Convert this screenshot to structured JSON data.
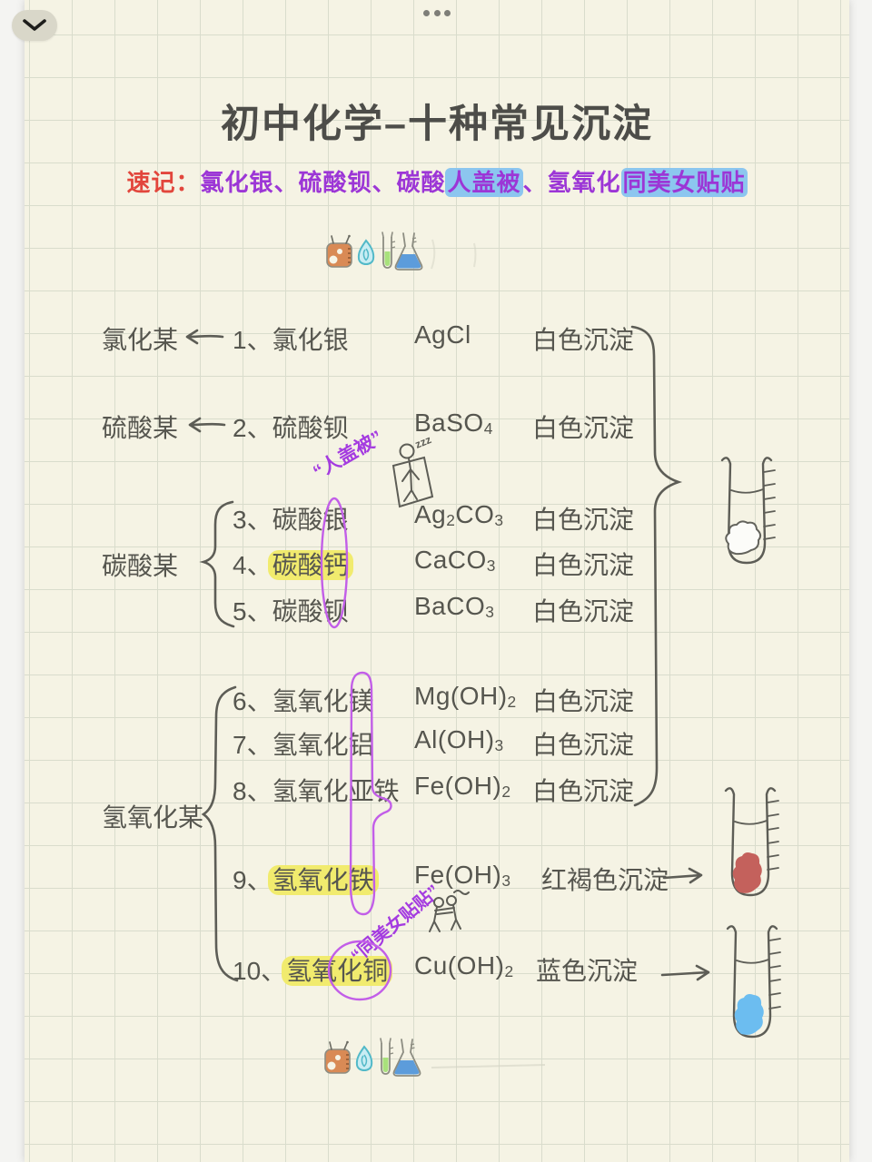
{
  "topbar": {
    "collapse_icon": "chevron-down",
    "more_icon": "ellipsis-dots"
  },
  "title": "初中化学–十种常见沉淀",
  "mnemonic": {
    "label": "速记：",
    "segments": [
      {
        "text": "氯化银、硫酸钡、碳酸",
        "highlight": false
      },
      {
        "text": "人盖被",
        "highlight": true
      },
      {
        "text": "、氢氧化",
        "highlight": false
      },
      {
        "text": "同美女贴贴",
        "highlight": true
      }
    ]
  },
  "lab_icons": [
    "reagent-bottle",
    "flame",
    "test-tube",
    "flask"
  ],
  "categories": [
    {
      "label": "氯化某"
    },
    {
      "label": "硫酸某"
    },
    {
      "label": "碳酸某"
    },
    {
      "label": "氢氧化某"
    }
  ],
  "rows": [
    {
      "num": "1、",
      "name": "氯化银",
      "formula": "AgCl",
      "result": "白色沉淀",
      "highlighted": false
    },
    {
      "num": "2、",
      "name": "硫酸钡",
      "formula": "BaSO_4",
      "result": "白色沉淀",
      "highlighted": false
    },
    {
      "num": "3、",
      "name": "碳酸银",
      "formula": "Ag_2CO_3",
      "result": "白色沉淀",
      "highlighted": false
    },
    {
      "num": "4、",
      "name": "碳酸钙",
      "formula": "CaCO_3",
      "result": "白色沉淀",
      "highlighted": true
    },
    {
      "num": "5、",
      "name": "碳酸钡",
      "formula": "BaCO_3",
      "result": "白色沉淀",
      "highlighted": false
    },
    {
      "num": "6、",
      "name": "氢氧化镁",
      "formula": "Mg(OH)_2",
      "result": "白色沉淀",
      "highlighted": false
    },
    {
      "num": "7、",
      "name": "氢氧化铝",
      "formula": "Al(OH)_3",
      "result": "白色沉淀",
      "highlighted": false
    },
    {
      "num": "8、",
      "name": "氢氧化亚铁",
      "formula": "Fe(OH)_2",
      "result": "白色沉淀",
      "highlighted": false
    },
    {
      "num": "9、",
      "name": "氢氧化铁",
      "formula": "Fe(OH)_3",
      "result": "红褐色沉淀",
      "highlighted": true
    },
    {
      "num": "10、",
      "name": "氢氧化铜",
      "formula": "Cu(OH)_2",
      "result": "蓝色沉淀",
      "highlighted": true
    }
  ],
  "annotations": {
    "blanket_note": "“人盖被”",
    "hug_note": "“同美女贴贴”",
    "sleep_zzz": "zzz"
  },
  "colors": {
    "paper": "#f5f3e4",
    "accent_red": "#e2463c",
    "purple_text": "#9c36d6",
    "pen_purple": "#c25ee8",
    "highlight_yellow": "#f1eb6e",
    "highlight_blue": "#8cc6ef",
    "precipitate_white": "#fcfcf9",
    "precipitate_red_brown": "#c4615c",
    "precipitate_blue": "#6cbdf0"
  }
}
